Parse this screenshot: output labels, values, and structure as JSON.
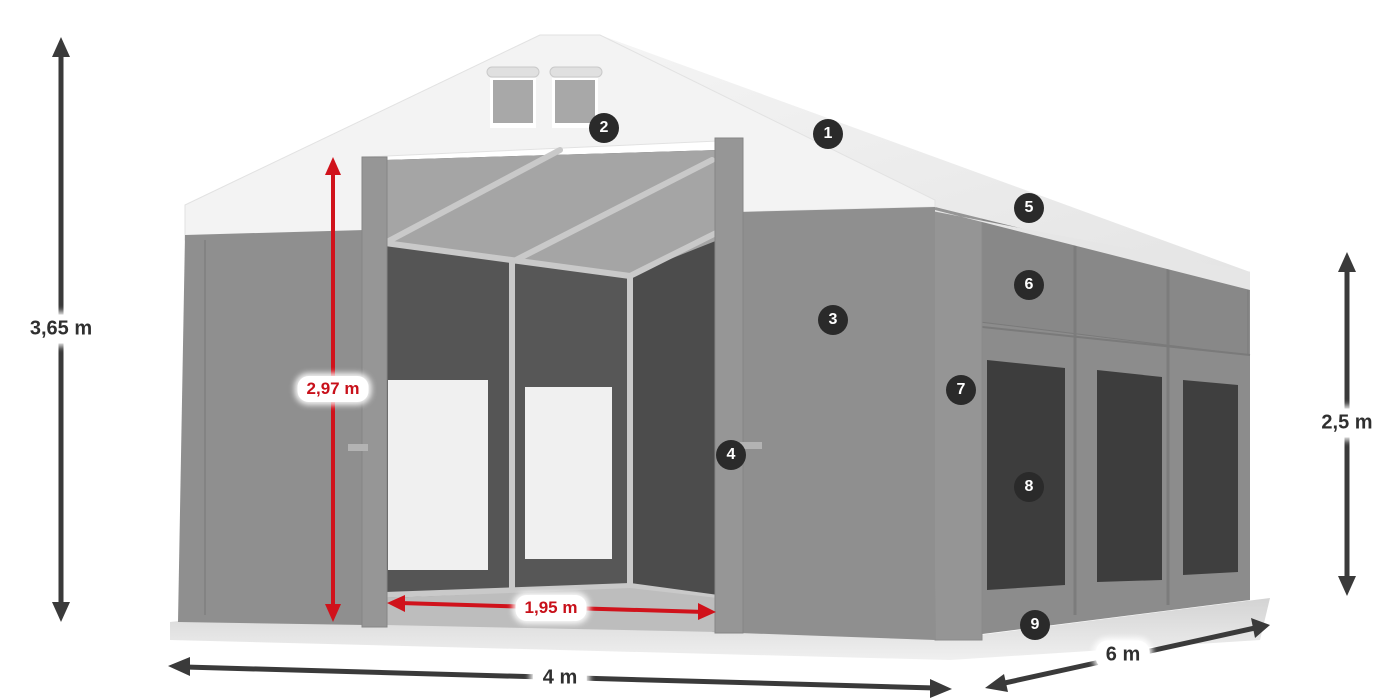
{
  "product": {
    "description": "Storage tent with gable roof, front entrance and side windows"
  },
  "dimensions": {
    "total_height": "3,65 m",
    "entrance_height": "2,97 m",
    "entrance_width": "1,95 m",
    "side_wall_height": "2,5 m",
    "width": "4 m",
    "length": "6 m"
  },
  "markers": [
    {
      "number": "1",
      "part": "roof"
    },
    {
      "number": "2",
      "part": "gable-vent-windows"
    },
    {
      "number": "3",
      "part": "gable-wall"
    },
    {
      "number": "4",
      "part": "entrance-curtain"
    },
    {
      "number": "5",
      "part": "roof-eave"
    },
    {
      "number": "6",
      "part": "upper-side-panel"
    },
    {
      "number": "7",
      "part": "wall-post-cover"
    },
    {
      "number": "8",
      "part": "side-window"
    },
    {
      "number": "9",
      "part": "ground-skirt"
    }
  ],
  "colors": {
    "roof": "#f2f2f2",
    "wall": "#8e8e8e",
    "window": "#3d3d3d",
    "interior": "#5a5a5a",
    "dimension_dark": "#3a3a3a",
    "dimension_red": "#d0121b",
    "marker": "#2a2a2a"
  }
}
